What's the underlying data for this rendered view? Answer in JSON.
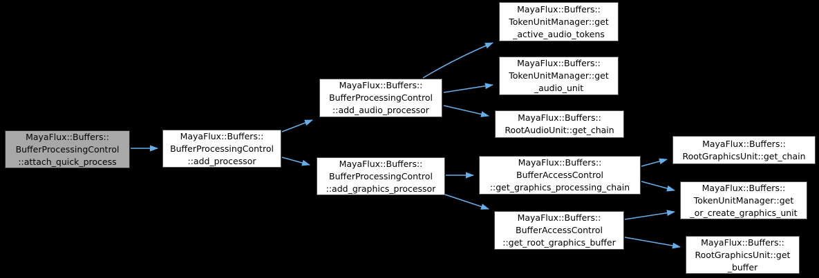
{
  "diagram": {
    "type": "call-graph",
    "background_color": "#000000",
    "edge_color": "#64AFEB",
    "node_fill_color": "#ffffff",
    "node_border_color": "#4d4d4d",
    "highlight_node_fill_color": "#a8a8a8",
    "nodes": [
      {
        "id": "attach_quick_process",
        "label": "MayaFlux::Buffers::\nBufferProcessingControl\n::attach_quick_process",
        "highlighted": true
      },
      {
        "id": "add_processor",
        "label": "MayaFlux::Buffers::\nBufferProcessingControl\n::add_processor",
        "highlighted": false
      },
      {
        "id": "add_audio_processor",
        "label": "MayaFlux::Buffers::\nBufferProcessingControl\n::add_audio_processor",
        "highlighted": false
      },
      {
        "id": "add_graphics_processor",
        "label": "MayaFlux::Buffers::\nBufferProcessingControl\n::add_graphics_processor",
        "highlighted": false
      },
      {
        "id": "get_active_audio_tokens",
        "label": "MayaFlux::Buffers::\nTokenUnitManager::get\n_active_audio_tokens",
        "highlighted": false
      },
      {
        "id": "get_audio_unit",
        "label": "MayaFlux::Buffers::\nTokenUnitManager::get\n_audio_unit",
        "highlighted": false
      },
      {
        "id": "root_audio_get_chain",
        "label": "MayaFlux::Buffers::\nRootAudioUnit::get_chain",
        "highlighted": false
      },
      {
        "id": "get_graphics_processing_chain",
        "label": "MayaFlux::Buffers::\nBufferAccessControl\n::get_graphics_processing_chain",
        "highlighted": false
      },
      {
        "id": "get_root_graphics_buffer",
        "label": "MayaFlux::Buffers::\nBufferAccessControl\n::get_root_graphics_buffer",
        "highlighted": false
      },
      {
        "id": "root_graphics_get_chain",
        "label": "MayaFlux::Buffers::\nRootGraphicsUnit::get_chain",
        "highlighted": false
      },
      {
        "id": "get_or_create_graphics_unit",
        "label": "MayaFlux::Buffers::\nTokenUnitManager::get\n_or_create_graphics_unit",
        "highlighted": false
      },
      {
        "id": "root_graphics_get_buffer",
        "label": "MayaFlux::Buffers::\nRootGraphicsUnit::get\n_buffer",
        "highlighted": false
      }
    ],
    "edges": [
      {
        "from": "attach_quick_process",
        "to": "add_processor"
      },
      {
        "from": "add_processor",
        "to": "add_audio_processor"
      },
      {
        "from": "add_processor",
        "to": "add_graphics_processor"
      },
      {
        "from": "add_audio_processor",
        "to": "get_active_audio_tokens"
      },
      {
        "from": "add_audio_processor",
        "to": "get_audio_unit"
      },
      {
        "from": "add_audio_processor",
        "to": "root_audio_get_chain"
      },
      {
        "from": "add_graphics_processor",
        "to": "get_graphics_processing_chain"
      },
      {
        "from": "add_graphics_processor",
        "to": "get_root_graphics_buffer"
      },
      {
        "from": "get_graphics_processing_chain",
        "to": "root_graphics_get_chain"
      },
      {
        "from": "get_graphics_processing_chain",
        "to": "get_or_create_graphics_unit"
      },
      {
        "from": "get_root_graphics_buffer",
        "to": "get_or_create_graphics_unit"
      },
      {
        "from": "get_root_graphics_buffer",
        "to": "root_graphics_get_buffer"
      }
    ]
  }
}
